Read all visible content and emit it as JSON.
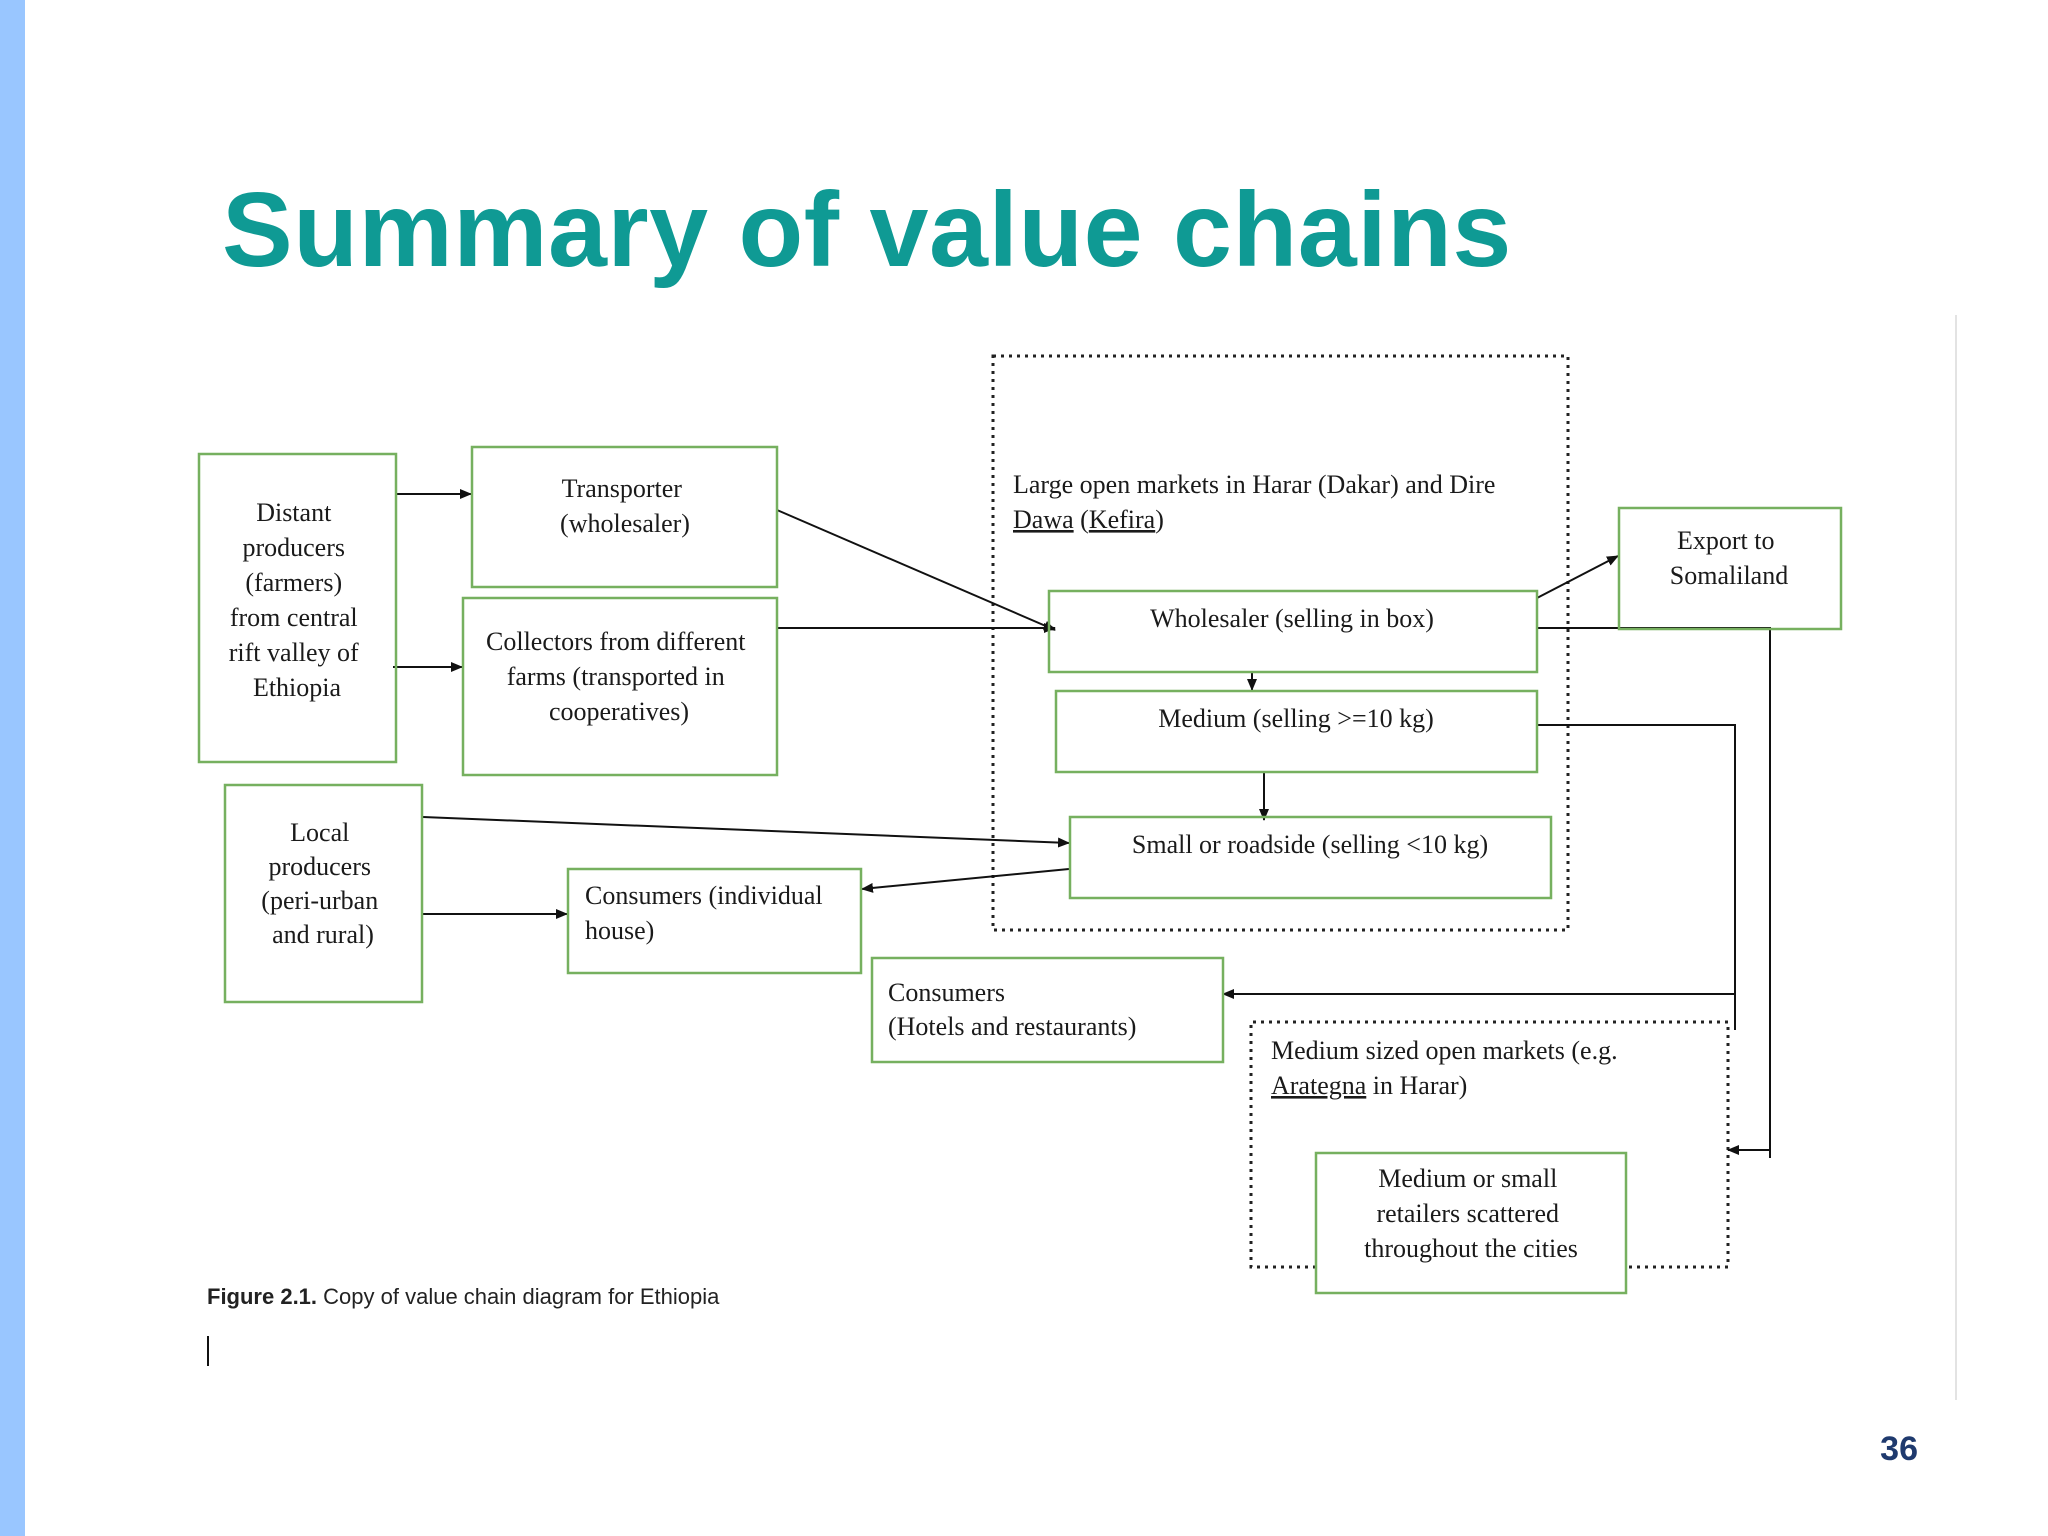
{
  "slide": {
    "title": "Summary of value chains",
    "page_number": "36",
    "caption_label": "Figure 2.1.",
    "caption_text": " Copy of value chain diagram for Ethiopia"
  },
  "colors": {
    "accent_bar": "#99c6ff",
    "title": "#0f9a94",
    "box_border": "#76b05f",
    "page_number": "#1f3a6e",
    "misspell_underline": "#d02020"
  },
  "diagram": {
    "nodes": {
      "distant_producers": [
        "Distant",
        "producers",
        "(farmers)",
        "from central",
        "rift valley of",
        "Ethiopia"
      ],
      "transporter": [
        "Transporter",
        "(wholesaler)"
      ],
      "collectors": [
        "Collectors from different",
        "farms (transported in",
        "cooperatives)"
      ],
      "large_markets_line1": "Large open markets in Harar (Dakar) and Dire",
      "large_markets_line2_a": "Dawa",
      "large_markets_line2_b": " (",
      "large_markets_line2_c": "Kefira",
      "large_markets_line2_d": ")",
      "wholesaler": "Wholesaler (selling in box)",
      "medium": "Medium (selling >=10 kg)",
      "small": "Small or roadside (selling <10 kg)",
      "export": [
        "Export to",
        "Somaliland"
      ],
      "local_producers": [
        "Local",
        "producers",
        "(peri-urban",
        "and rural)"
      ],
      "consumers_individual": [
        "Consumers (individual",
        "house)"
      ],
      "consumers_hotels": [
        "Consumers",
        "(Hotels and restaurants)"
      ],
      "medium_markets_line1": "Medium sized open markets (e.g.",
      "medium_markets_line2_a": "Arategna",
      "medium_markets_line2_b": " in Harar)",
      "retailers": [
        "Medium or small",
        "retailers scattered",
        "throughout the cities"
      ]
    }
  }
}
